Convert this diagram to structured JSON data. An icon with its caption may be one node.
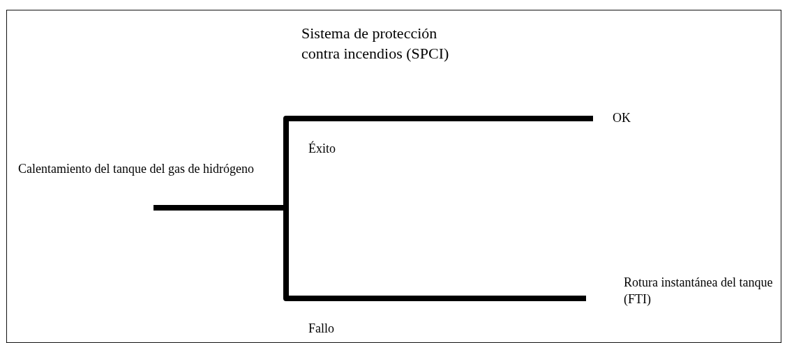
{
  "diagram": {
    "title": "Sistema de protección contra incendios (SPCI)",
    "nodes": [
      {
        "text": [
          "Calentamiento del tanque del gas de hidrógeno"
        ]
      },
      {
        "text": [
          "OK"
        ]
      },
      {
        "text": [
          "Rotura instantánea del tanque (FTI)"
        ]
      }
    ],
    "edges": [
      {
        "from": 0,
        "to": 1,
        "arrow": "none",
        "label": "Éxito"
      },
      {
        "from": 0,
        "to": 2,
        "arrow": "none",
        "label": "Fallo"
      }
    ]
  }
}
